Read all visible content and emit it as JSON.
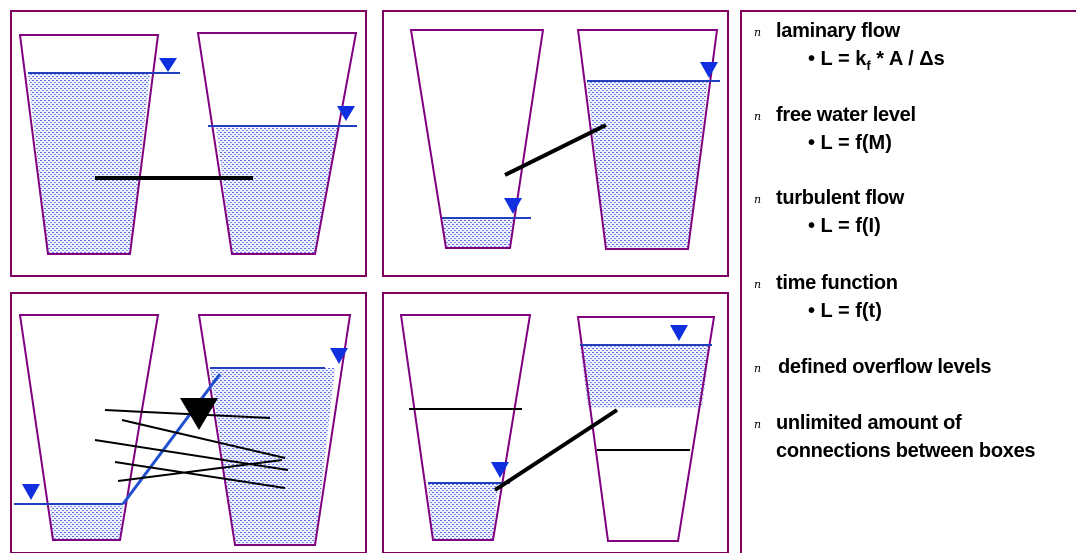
{
  "legend": {
    "bullet_glyph": "n",
    "items": [
      {
        "label": "laminary flow",
        "formula": "• L = kf * A / Δs"
      },
      {
        "label": "free water level",
        "formula": "• L = f(M)"
      },
      {
        "label": "turbulent flow",
        "formula": "• L = f(I)"
      },
      {
        "label": "time function",
        "formula": "• L = f(t)"
      },
      {
        "label": "defined overflow levels",
        "formula": ""
      },
      {
        "label": "unlimited amount of",
        "label_line2": "connections between boxes",
        "formula": ""
      }
    ]
  },
  "colors": {
    "frame": "#800060",
    "vessel": "#800080",
    "water_line": "#2040c0",
    "level_marker": "#1030e0",
    "connection": "#000000"
  }
}
